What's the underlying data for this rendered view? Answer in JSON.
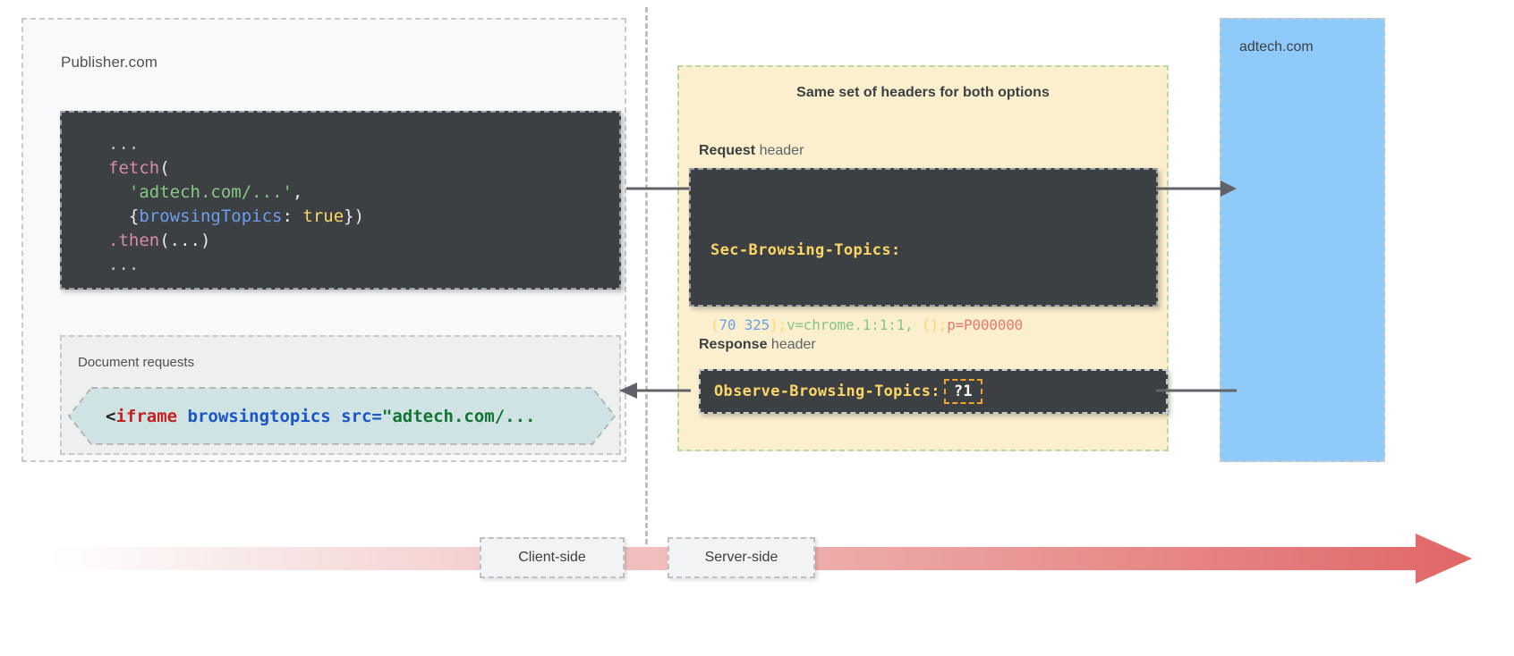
{
  "publisher": {
    "label": "Publisher.com",
    "fetch_code": {
      "line1_dots": "...",
      "fn": "fetch",
      "paren_open": "(",
      "url_string": "'adtech.com/...'",
      "comma": ",",
      "brace_open": "{",
      "option_key": "browsingTopics",
      "colon": ": ",
      "option_value": "true",
      "brace_close": "}",
      "paren_close": ")",
      "then": ".then",
      "then_args": "(...)",
      "line_last_dots": "..."
    },
    "document_requests": {
      "label": "Document requests",
      "iframe_angle": "<",
      "iframe_tag": "iframe",
      "iframe_attr": " browsingtopics src=",
      "iframe_value": "\"adtech.com/..."
    }
  },
  "headers_panel": {
    "title": "Same set of headers for both options",
    "request_caption_bold": "Request",
    "request_caption_rest": " header",
    "response_caption_bold": "Response",
    "response_caption_rest": " header",
    "request": {
      "header_name": "Sec-Browsing-Topics:",
      "value_paren_open": "(",
      "value_topic_1": "70",
      "value_space": " ",
      "value_topic_2": "325",
      "value_paren_close": ")",
      "value_semi_1": ";",
      "value_version": "v=chrome.1:1:1,",
      "value_space_2": " ",
      "value_empty_parens": "()",
      "value_semi_2": ";",
      "value_p": "p=P000000"
    },
    "response": {
      "header_name": "Observe-Browsing-Topics:",
      "header_value": "?1"
    }
  },
  "adtech": {
    "label": "adtech.com"
  },
  "timeline": {
    "client_side_label": "Client-side",
    "server_side_label": "Server-side"
  },
  "colors": {
    "publisher_panel_bg": "#f8f9fa",
    "headers_panel_bg": "#fcefcd",
    "headers_panel_border": "#b7d7a8",
    "adtech_bg": "#8ecbfa",
    "code_bg": "#3c4043",
    "iframe_chip_bg": "#cfe2e4",
    "header_name_color": "#fbd667",
    "highlight_box_border": "#f0a32e",
    "timeline_arrow_end": "#e06666",
    "connector_arrow": "#5f6368"
  }
}
